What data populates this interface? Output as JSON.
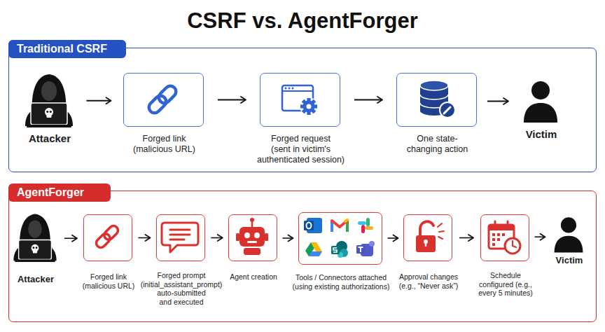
{
  "diagram": {
    "title": "CSRF vs. AgentForger",
    "nodes": [
      {
        "text": [
          "Traditional CSRF"
        ]
      },
      {
        "text": [
          "Attacker"
        ],
        "in": 0
      },
      {
        "text": [
          "Forged link (malicious URL)"
        ],
        "in": 0
      },
      {
        "text": [
          "Forged request (sent in victim's authenticated session)"
        ],
        "in": 0
      },
      {
        "text": [
          "One state-changing action"
        ],
        "in": 0
      },
      {
        "text": [
          "Victim"
        ],
        "in": 0
      },
      {
        "text": [
          "AgentForger"
        ]
      },
      {
        "text": [
          "Attacker"
        ],
        "in": 6
      },
      {
        "text": [
          "Forged link (malicious URL)"
        ],
        "in": 6
      },
      {
        "text": [
          "Forged prompt (initial_assistant_prompt) auto-submitted and executed"
        ],
        "in": 6
      },
      {
        "text": [
          "Agent creation"
        ],
        "in": 6
      },
      {
        "text": [
          "Tools / Connectors attached (using existing authorizations)"
        ],
        "in": 6
      },
      {
        "text": [
          "Approval changes (e.g., “Never ask”)"
        ],
        "in": 6
      },
      {
        "text": [
          "Schedule configured (e.g., every 5 minutes)"
        ],
        "in": 6
      },
      {
        "text": [
          "Victim"
        ],
        "in": 6
      }
    ],
    "edges": [
      {
        "from": 1,
        "to": 2,
        "arrow": "to"
      },
      {
        "from": 2,
        "to": 3,
        "arrow": "to"
      },
      {
        "from": 3,
        "to": 4,
        "arrow": "to"
      },
      {
        "from": 4,
        "to": 5,
        "arrow": "to"
      },
      {
        "from": 7,
        "to": 8,
        "arrow": "to"
      },
      {
        "from": 8,
        "to": 9,
        "arrow": "to"
      },
      {
        "from": 9,
        "to": 10,
        "arrow": "to"
      },
      {
        "from": 10,
        "to": 11,
        "arrow": "to"
      },
      {
        "from": 11,
        "to": 12,
        "arrow": "to"
      },
      {
        "from": 12,
        "to": 13,
        "arrow": "to"
      },
      {
        "from": 13,
        "to": 14,
        "arrow": "to"
      }
    ]
  }
}
